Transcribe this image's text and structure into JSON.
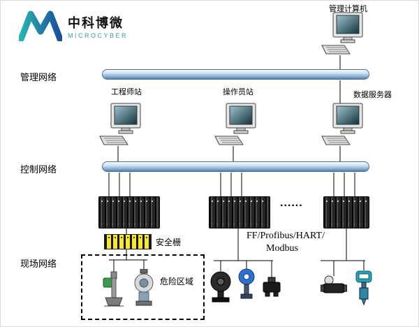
{
  "logo": {
    "brand_cn": "中科博微",
    "brand_en": "MICROCYBER"
  },
  "networks": {
    "management": "管理网络",
    "control": "控制网络",
    "field": "现场网络"
  },
  "nodes": {
    "mgmt_computer": "管理计算机",
    "engineer_station": "工程师站",
    "operator_station": "操作员站",
    "data_server": "数据服务器"
  },
  "annotations": {
    "safety_barrier": "安全栅",
    "hazard_area": "危险区域",
    "fieldbus_protocols_line1": "FF/Profibus/HART/",
    "fieldbus_protocols_line2": "Modbus",
    "controllers_ellipsis": "......"
  },
  "colors": {
    "logo_teal": "#2a9fa8",
    "bus_top": "#f4f9fd",
    "bus_bottom": "#567fa8",
    "barrier_yellow": "#f7e733",
    "rack_black": "#161616"
  }
}
